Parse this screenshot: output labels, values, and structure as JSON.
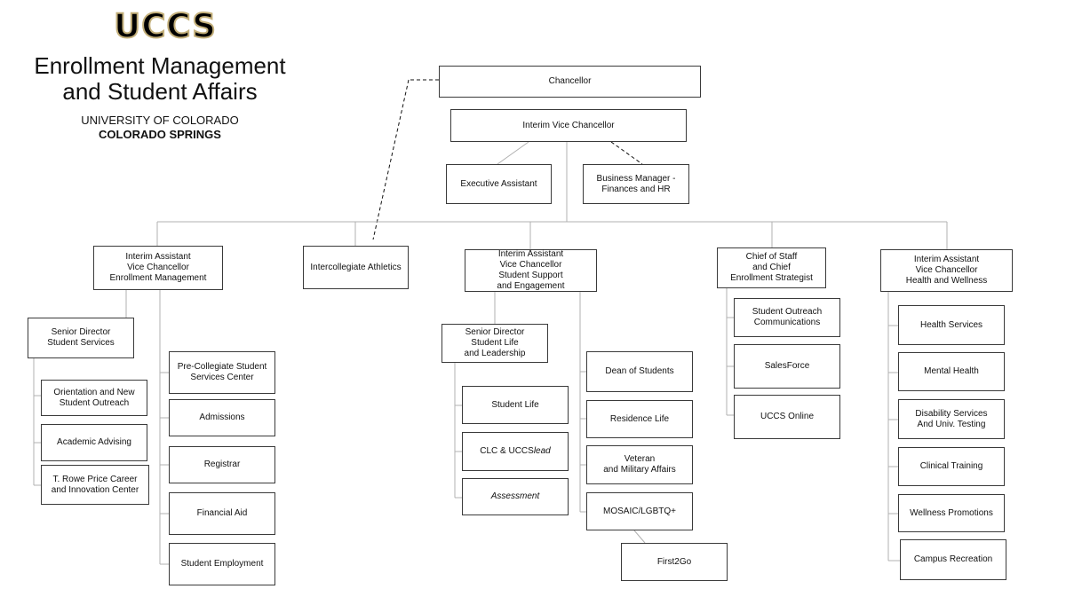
{
  "header": {
    "logo": "UCCS",
    "title_line1": "Enrollment Management",
    "title_line2": "and Student Affairs",
    "university_line1": "UNIVERSITY OF COLORADO",
    "university_line2": "COLORADO SPRINGS"
  },
  "org": {
    "chancellor": "Chancellor",
    "vice_chancellor": "Interim  Vice Chancellor",
    "executive_assistant": "Executive Assistant",
    "business_manager": "Business Manager -\nFinances and HR",
    "enrollment_mgmt": {
      "head": "Interim Assistant\nVice Chancellor\nEnrollment Management",
      "senior_director": "Senior Director\nStudent Services",
      "student_services_units": [
        "Orientation and New\nStudent Outreach",
        "Academic Advising",
        "T. Rowe Price Career\nand Innovation Center"
      ],
      "units": [
        "Pre-Collegiate Student\nServices Center",
        "Admissions",
        "Registrar",
        "Financial Aid",
        "Student Employment"
      ]
    },
    "athletics": "Intercollegiate Athletics",
    "student_support": {
      "head": "Interim Assistant\nVice Chancellor\nStudent Support\nand Engagement",
      "senior_director": "Senior Director\nStudent Life\nand Leadership",
      "student_life_units": [
        "Student Life",
        "CLC & UCCS",
        "Assessment"
      ],
      "student_life_units_lead": "lead",
      "units": [
        "Dean of Students",
        "Residence Life",
        "Veteran\nand Military Affairs",
        "MOSAIC/LGBTQ+"
      ],
      "first2go": "First2Go"
    },
    "chief_of_staff": {
      "head": "Chief of Staff\nand Chief\nEnrollment Strategist",
      "units": [
        "Student Outreach\nCommunications",
        "SalesForce",
        "UCCS Online"
      ]
    },
    "health_wellness": {
      "head": "Interim Assistant\nVice Chancellor\nHealth and Wellness",
      "units": [
        "Health Services",
        "Mental Health",
        "Disability Services\nAnd Univ. Testing",
        "Clinical Training",
        "Wellness Promotions",
        "Campus Recreation"
      ]
    }
  },
  "colors": {
    "logo_gold": "#c4b07b",
    "box_border": "#3a3a3a",
    "connector": "#b0b0b0"
  }
}
